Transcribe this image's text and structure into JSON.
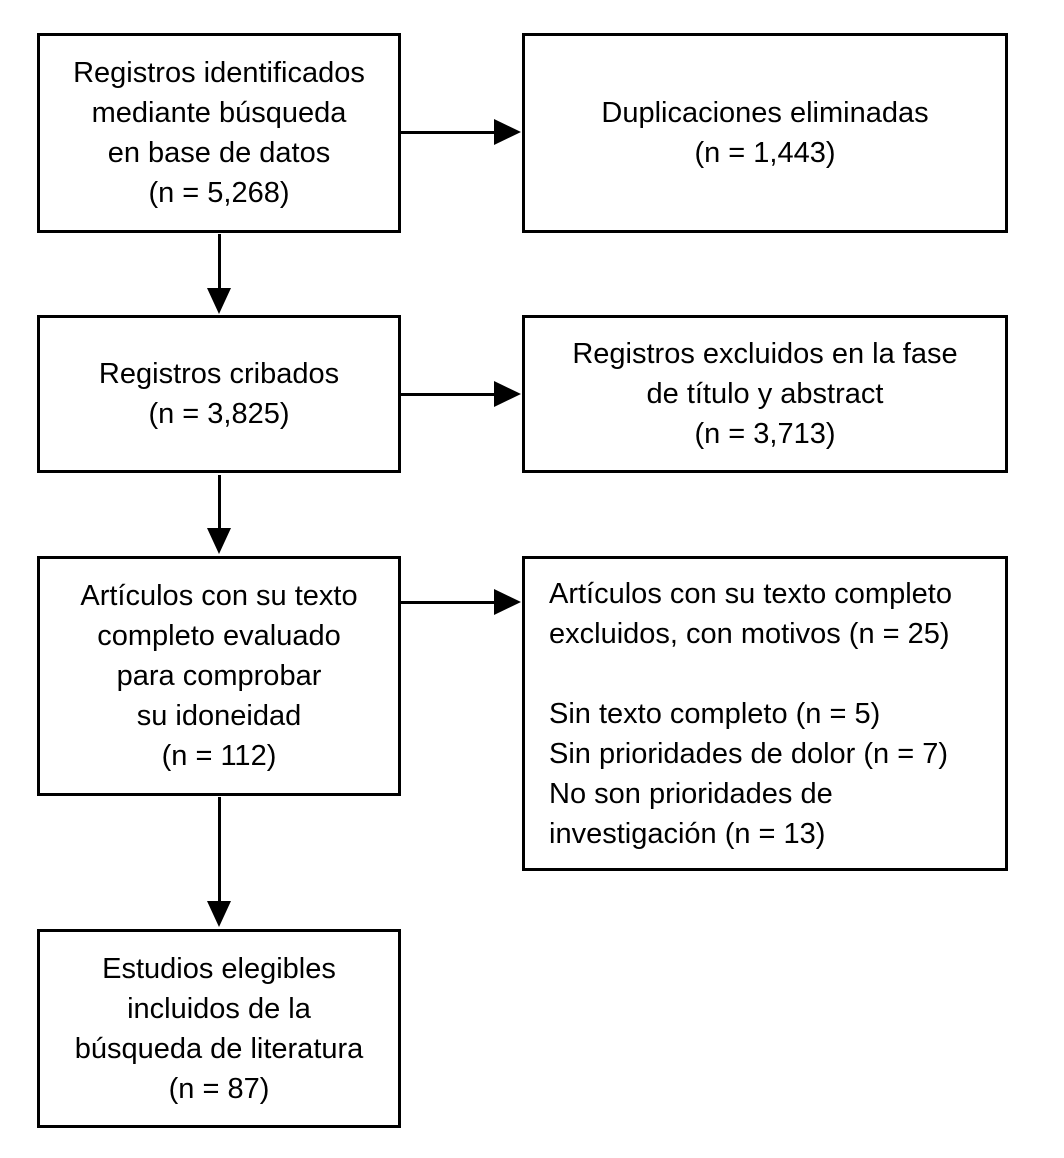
{
  "colors": {
    "background": "#ffffff",
    "box_fill": "#ffffff",
    "box_border": "#000000",
    "text": "#000000",
    "arrow": "#000000"
  },
  "nodes": {
    "identified": {
      "text": "Registros identificados\nmediante búsqueda\nen base de datos\n(n = 5,268)",
      "n": "5,268"
    },
    "duplicates_removed": {
      "text": "Duplicaciones eliminadas\n(n = 1,443)",
      "n": "1,443"
    },
    "screened": {
      "text": "Registros cribados\n(n = 3,825)",
      "n": "3,825"
    },
    "excluded_title_abstract": {
      "text": "Registros excluidos en la fase\nde título y abstract\n(n = 3,713)",
      "n": "3,713"
    },
    "fulltext_assessed": {
      "text": "Artículos con su texto\ncompleto evaluado\npara comprobar\nsu idoneidad\n(n = 112)",
      "n": "112"
    },
    "fulltext_excluded": {
      "text": "Artículos con su texto completo\nexcluidos, con motivos (n = 25)\n\nSin texto completo (n = 5)\nSin prioridades de dolor (n = 7)\nNo son prioridades de\ninvestigación (n = 13)",
      "n": "25",
      "reasons": [
        {
          "label": "Sin texto completo",
          "n": "5"
        },
        {
          "label": "Sin prioridades de dolor",
          "n": "7"
        },
        {
          "label": "No son prioridades de investigación",
          "n": "13"
        }
      ]
    },
    "included": {
      "text": "Estudios elegibles\nincluidos de la\nbúsqueda de literatura\n(n = 87)",
      "n": "87"
    }
  },
  "edges": [
    {
      "from": "identified",
      "to": "duplicates_removed",
      "direction": "right"
    },
    {
      "from": "identified",
      "to": "screened",
      "direction": "down"
    },
    {
      "from": "screened",
      "to": "excluded_title_abstract",
      "direction": "right"
    },
    {
      "from": "screened",
      "to": "fulltext_assessed",
      "direction": "down"
    },
    {
      "from": "fulltext_assessed",
      "to": "fulltext_excluded",
      "direction": "right"
    },
    {
      "from": "fulltext_assessed",
      "to": "included",
      "direction": "down"
    }
  ]
}
